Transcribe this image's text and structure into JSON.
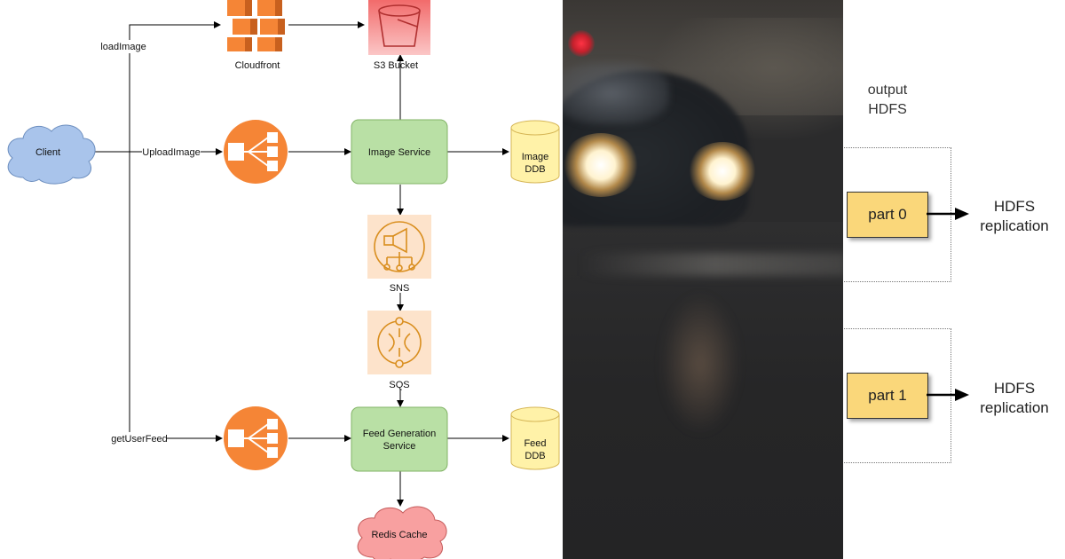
{
  "architecture": {
    "nodes": {
      "client": "Client",
      "cloudfront": "Cloudfront",
      "s3": "S3 Bucket",
      "image_service": "Image Service",
      "image_ddb_line1": "Image",
      "image_ddb_line2": "DDB",
      "sns": "SNS",
      "sqs": "SQS",
      "feed_service_line1": "Feed Generation",
      "feed_service_line2": "Service",
      "feed_ddb_line1": "Feed",
      "feed_ddb_line2": "DDB",
      "redis": "Redis Cache"
    },
    "edges": {
      "load_image": "loadImage",
      "upload_image": "UploadImage",
      "get_user_feed": "getUserFeed"
    },
    "colors": {
      "cloud_client": "#a9c4eb",
      "service_green": "#b9e0a5",
      "database_yellow": "#fff2a8",
      "load_balancer": "#f58536",
      "aws_icon_bg": "#fde3cb",
      "redis_red": "#f8a0a0",
      "s3_bg": "#f7a6a6"
    }
  },
  "photo": {
    "colors": {
      "road": "#2b2b2c",
      "headlight": "#fff3d0",
      "tail_light": "#e0303a"
    }
  },
  "hdfs": {
    "title_line1": "output",
    "title_line2": "HDFS",
    "parts": [
      {
        "label": "part 0",
        "replication_line1": "HDFS",
        "replication_line2": "replication"
      },
      {
        "label": "part 1",
        "replication_line1": "HDFS",
        "replication_line2": "replication"
      }
    ],
    "colors": {
      "part_fill": "#fad77a"
    }
  }
}
